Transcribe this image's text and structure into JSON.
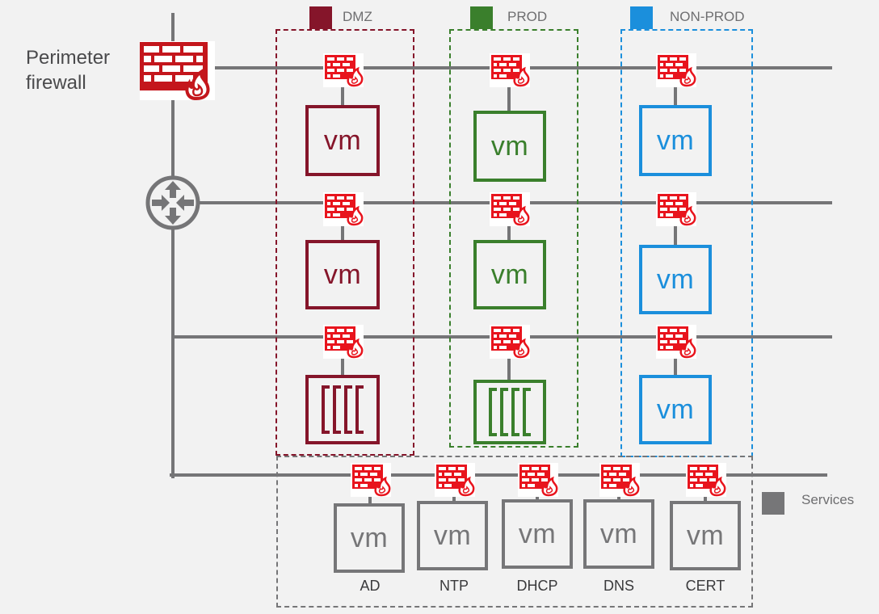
{
  "title": {
    "line1": "Perimeter",
    "line2": "firewall"
  },
  "colors": {
    "dmz": "#85152a",
    "prod": "#3a7f2c",
    "nonprod": "#1b8fdc",
    "services": "#767678",
    "firewall": "#e8141d",
    "line": "#757577"
  },
  "zones": [
    {
      "id": "dmz",
      "label": "DMZ"
    },
    {
      "id": "prod",
      "label": "PROD"
    },
    {
      "id": "nonprod",
      "label": "NON-PROD"
    }
  ],
  "services_legend": {
    "label": "Services"
  },
  "vm_text": "vm",
  "tiers": [
    {
      "dmz": "vm",
      "prod": "vm",
      "nonprod": "vm"
    },
    {
      "dmz": "vm",
      "prod": "vm",
      "nonprod": "vm"
    },
    {
      "dmz": "storage",
      "prod": "storage",
      "nonprod": "vm"
    }
  ],
  "services": [
    {
      "label": "AD",
      "vm": "vm"
    },
    {
      "label": "NTP",
      "vm": "vm"
    },
    {
      "label": "DHCP",
      "vm": "vm"
    },
    {
      "label": "DNS",
      "vm": "vm"
    },
    {
      "label": "CERT",
      "vm": "vm"
    }
  ]
}
